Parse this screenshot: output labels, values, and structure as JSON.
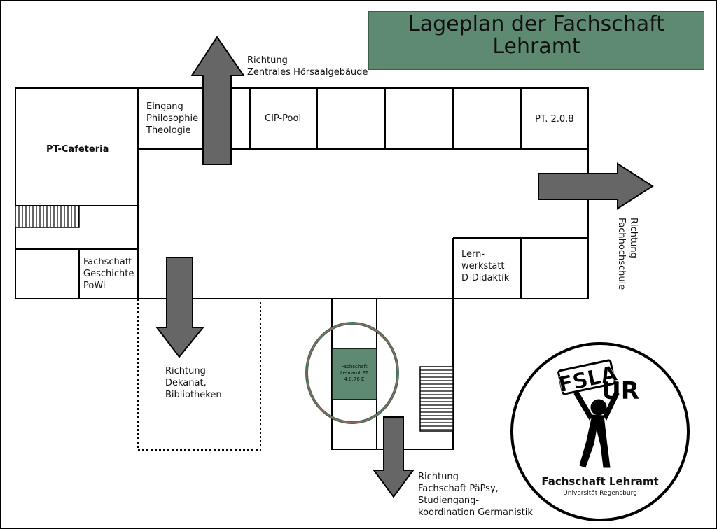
{
  "title": "Lageplan der Fachschaft\nLehramt",
  "rooms": {
    "cafeteria": "PT-Cafeteria",
    "eingang": "Eingang\nPhilosophie\nTheologie",
    "cip_pool": "CIP-Pool",
    "pt208": "PT. 2.0.8",
    "lernwerkstatt": "Lern-\nwerkstatt\nD-Didaktik",
    "fachschaft_geschichte": "Fachschaft\nGeschichte\nPoWi",
    "fachschaft_lehramt": "Fachschaft\nLehramt PT\n4.0.76 E"
  },
  "directions": {
    "top": "Richtung\nZentrales Hörsaalgebäude",
    "right": "Richtung\nFachhochschule",
    "left_down": "Richtung\nDekanat,\nBibliotheken",
    "bottom": "Richtung\nFachschaft PäPsy,\nStudiengang-\nkoordination Germanistik"
  },
  "logo": {
    "mark_top": "FSLA",
    "mark_bottom": "UR",
    "name": "Fachschaft Lehramt",
    "university": "Universität Regensburg"
  },
  "colors": {
    "title_bg": "#5e8a72",
    "highlight_room": "#5e8a72",
    "arrow": "#666666",
    "ellipse": "#4a6b58"
  }
}
